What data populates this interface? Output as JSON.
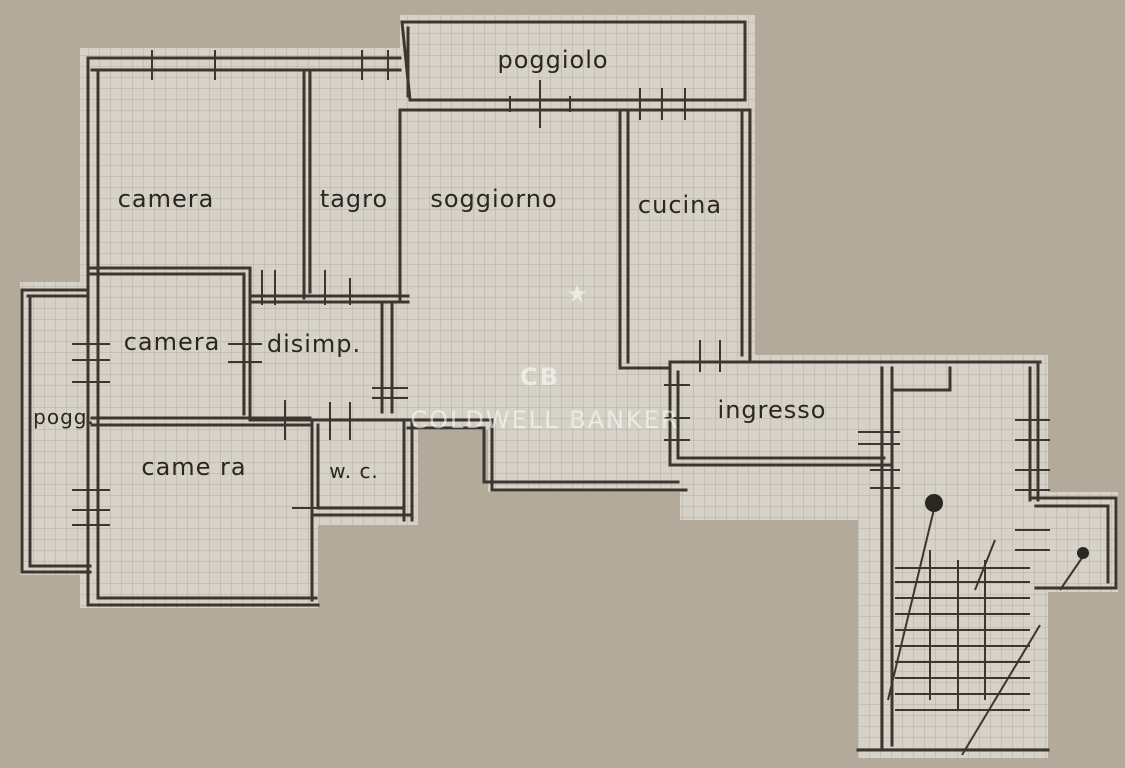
{
  "rooms": {
    "poggiolo": "poggiolo",
    "camera_top": "camera",
    "ripostiglio": "tagro",
    "soggiorno": "soggiorno",
    "cucina": "cucina",
    "camera_mid": "camera",
    "disimpegno": "disimp.",
    "pogg": "pogg.",
    "camera_bottom": "came ra",
    "wc": "w. c.",
    "ingresso": "ingresso"
  },
  "watermark": {
    "monogram": "CB",
    "brand": "COLDWELL BANKER"
  },
  "colors": {
    "background": "#b3aa9b",
    "paper": "#d6d2c7",
    "grid": "#a39f95",
    "ink": "#3c3631"
  }
}
